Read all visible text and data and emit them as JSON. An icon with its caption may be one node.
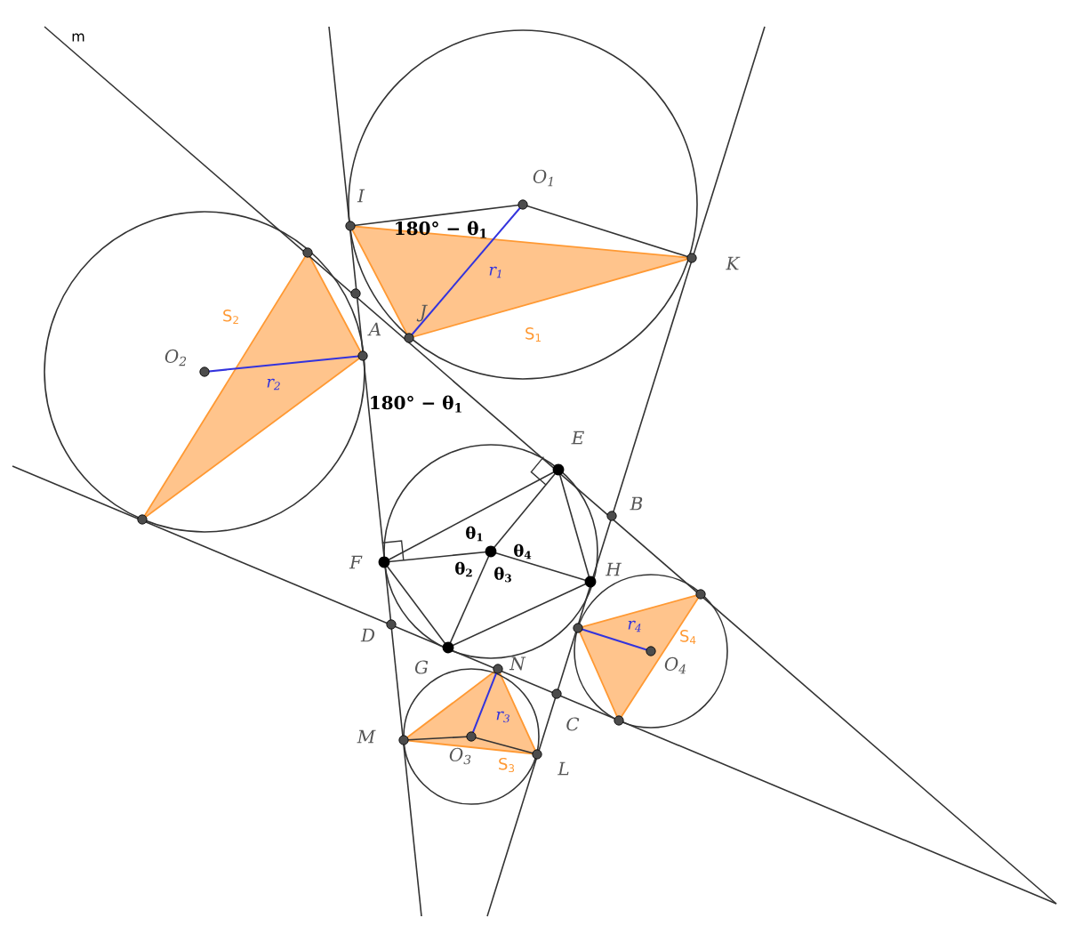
{
  "diagram": {
    "labels": [
      "m",
      "I",
      "O$_{1}$",
      "180° − θ$_{1}$",
      "r$_{1}$",
      "K",
      "J",
      "A",
      "O$_{2}$",
      "S$_{2}$",
      "r$_{2}$",
      "S$_{1}$",
      "180° − θ$_{1}$",
      "E",
      "B",
      "θ$_{1}$",
      "θ$_{4}$",
      "F",
      "θ$_{2}$",
      "θ$_{3}$",
      "H",
      "D",
      "r$_{4}$",
      "S$_{4}$",
      "G",
      "N",
      "O$_{4}$",
      "r$_{3}$",
      "C",
      "M",
      "O$_{3}$",
      "S$_{3}$",
      "L"
    ]
  }
}
